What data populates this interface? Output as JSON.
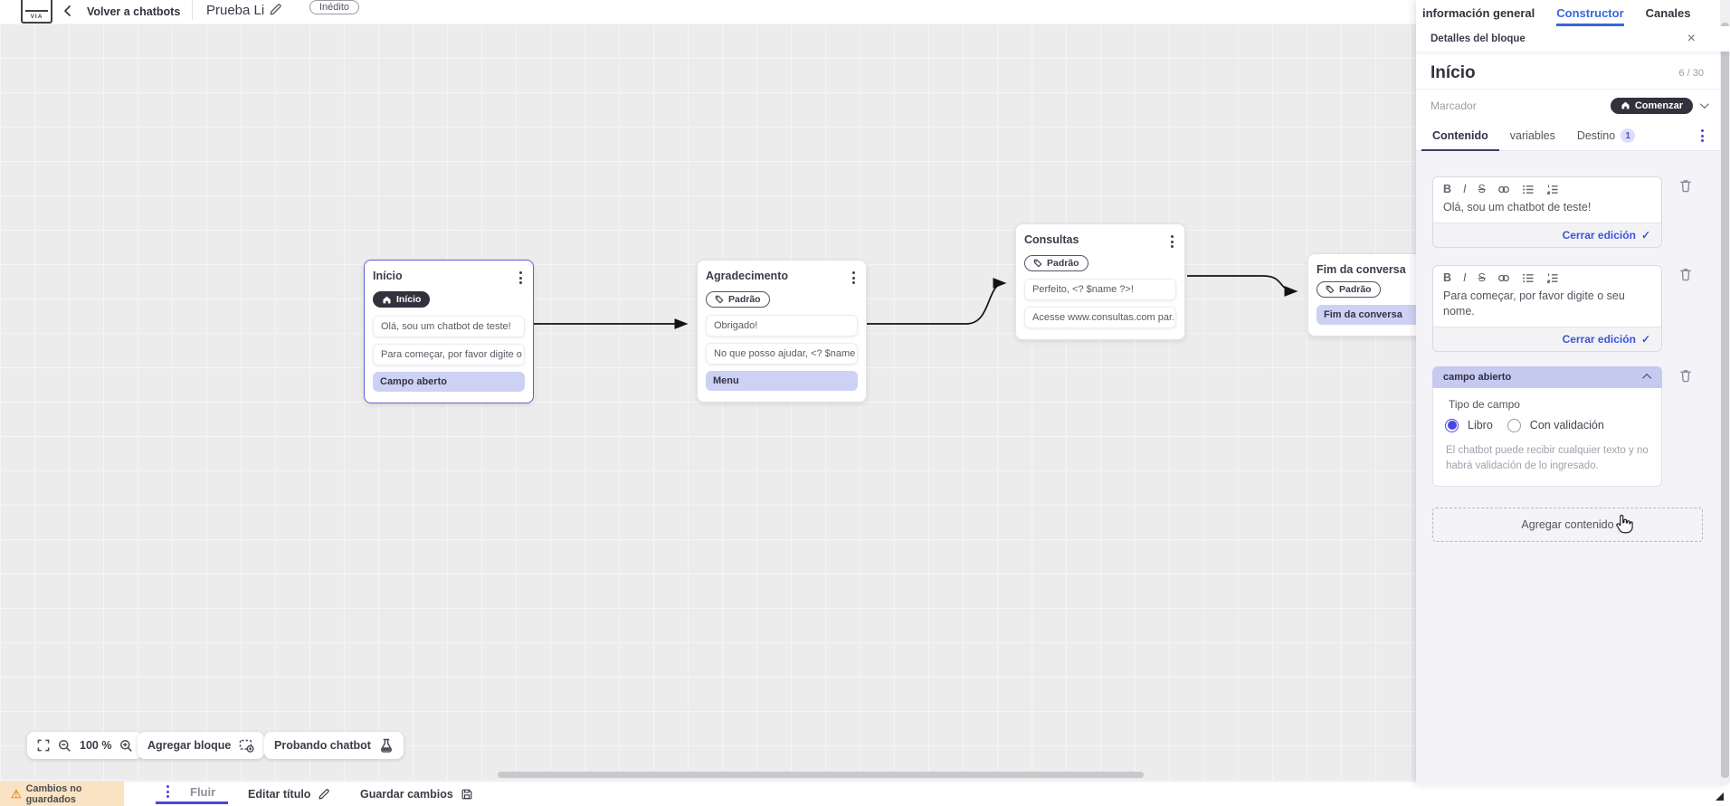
{
  "topbar": {
    "back_label": "Volver a chatbots",
    "title": "Prueba Li",
    "status": "Inédito"
  },
  "canvas": {
    "toolbar": {
      "zoom": "100 %",
      "add_block": "Agregar bloque",
      "test": "Probando chatbot"
    },
    "blocks": [
      {
        "title": "Início",
        "badge": "Início",
        "items": [
          "Olá, sou um chatbot de teste!",
          "Para começar, por favor digite o ...",
          "Campo aberto"
        ]
      },
      {
        "title": "Agradecimento",
        "badge": "Padrão",
        "items": [
          "Obrigado!",
          "No que posso ajudar, <? $name ...",
          "Menu"
        ]
      },
      {
        "title": "Consultas",
        "badge": "Padrão",
        "items": [
          "Perfeito, <? $name ?>!",
          "Acesse www.consultas.com par..."
        ]
      },
      {
        "title": "Fim da conversa",
        "badge": "Padrão",
        "items": [
          "Fim da conversa"
        ]
      }
    ]
  },
  "bottombar": {
    "unsaved": "Cambios no guardados",
    "tab": "Fluir",
    "edit_title": "Editar título",
    "save": "Guardar cambios"
  },
  "panel": {
    "nav_tabs": [
      "información general",
      "Constructor",
      "Canales"
    ],
    "active_nav": "Constructor",
    "header": "Detalles del bloque",
    "block_title": "Início",
    "counter": "6 / 30",
    "marker_label": "Marcador",
    "marker_value": "Comenzar",
    "content_tabs": [
      "Contenido",
      "variables",
      "Destino"
    ],
    "active_tab": "Contenido",
    "destino_count": "1",
    "editors": [
      {
        "text": "Olá, sou um chatbot de teste!",
        "close_label": "Cerrar edición"
      },
      {
        "text": "Para começar, por favor digite o seu nome.",
        "close_label": "Cerrar edición"
      }
    ],
    "field": {
      "header": "campo abierto",
      "type_label": "Tipo de campo",
      "option_free": "Libro",
      "option_validated": "Con validación",
      "selected": "Libro",
      "help": "El chatbot puede recibir cualquier texto y no habrá validación de lo ingresado."
    },
    "add_content": "Agregar contenido"
  },
  "icons": {
    "warning": "⚠",
    "close": "×",
    "check": "✓",
    "bold": "B",
    "italic": "I",
    "strike": "S"
  },
  "colors": {
    "accent_purple": "#4946e0",
    "brand_blue": "#3767df",
    "dark_pill": "#32323e",
    "lavender_item": "#cdd1f4",
    "lavender_header": "#c6c9f0",
    "destino_badge_bg": "#dfddf8",
    "warning_bg": "#fae3c2",
    "warning_icon": "#e2973b",
    "canvas_bg": "#ececec",
    "selected_border": "#6160d8",
    "link_blue": "#3c53de"
  }
}
